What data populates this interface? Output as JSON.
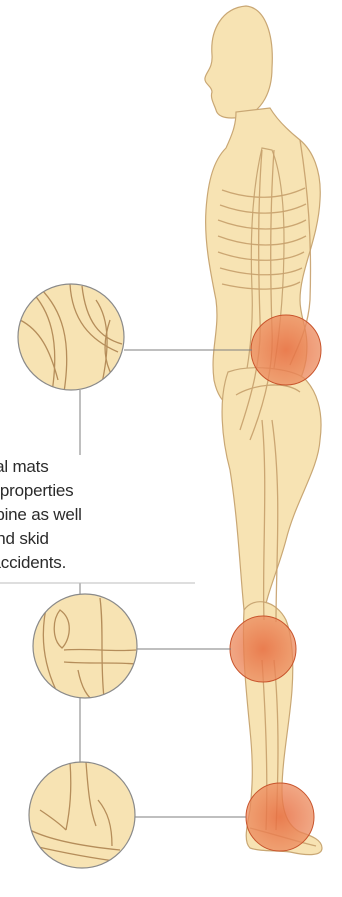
{
  "caption": {
    "line1": "ustrial mats",
    "line2": "ping properties",
    "line3": "nd spine as well",
    "line4": "on and skid",
    "line5": "ent accidents."
  },
  "colors": {
    "skin": "#f7e3b3",
    "skin_outline": "#c9a774",
    "bone": "#d8b888",
    "highlight": "#e8764a",
    "leader": "#7f7f7f"
  },
  "icons": {
    "figure": "human-anatomy-side-view",
    "callouts": [
      "lower-back-magnifier",
      "knee-magnifier",
      "ankle-magnifier"
    ]
  }
}
